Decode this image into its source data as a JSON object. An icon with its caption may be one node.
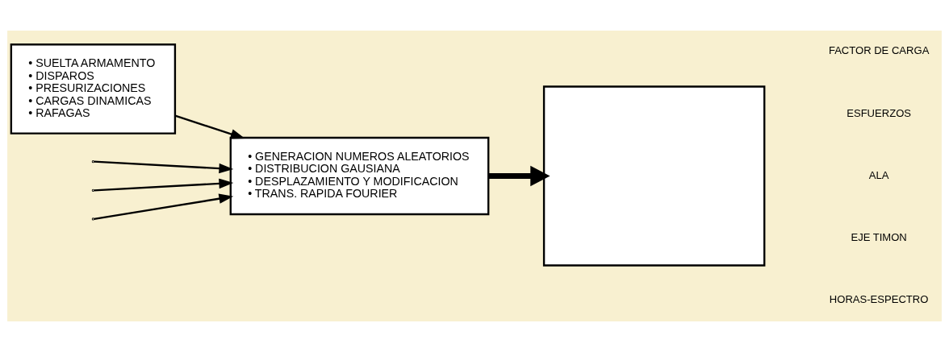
{
  "diagram": {
    "nodes": [
      {
        "text": [
          "• SUELTA ARMAMENTO",
          "• DISPAROS",
          "• PRESURIZACIONES",
          "• CARGAS DINAMICAS",
          "• RAFAGAS"
        ]
      },
      {
        "text": [
          "• GENERACION NUMEROS ALEATORIOS",
          "• DISTRIBUCION GAUSIANA",
          "• DESPLAZAMIENTO Y MODIFICACION",
          "• TRANS. RAPIDA FOURIER"
        ]
      },
      {
        "text": [],
        "shape": "box"
      }
    ],
    "edges": [
      {
        "from": 0,
        "to": 1,
        "arrow": "to"
      },
      {
        "from": null,
        "to": 1,
        "arrow": "to"
      },
      {
        "from": null,
        "to": 1,
        "arrow": "to"
      },
      {
        "from": null,
        "to": 1,
        "arrow": "to"
      },
      {
        "from": 1,
        "to": 2,
        "arrow": "to",
        "style": "thick"
      }
    ],
    "labels": [
      "FACTOR DE CARGA",
      "ESFUERZOS",
      "ALA",
      "EJE TIMON",
      "HORAS-ESPECTRO"
    ]
  }
}
